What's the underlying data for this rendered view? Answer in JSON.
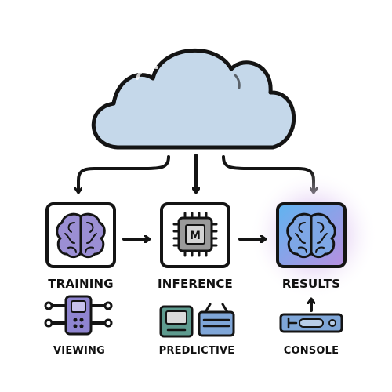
{
  "nodes": {
    "training": {
      "label": "TRAINING"
    },
    "inference": {
      "label": "INFERENCE",
      "chip_letter": "M"
    },
    "results": {
      "label": "RESULTS"
    }
  },
  "devices": {
    "viewing": {
      "label": "VIEWING"
    },
    "predlictive": {
      "label": "PREDLICTIVE"
    },
    "console": {
      "label": "CONSOLE"
    }
  },
  "colors": {
    "outline": "#141414",
    "cloud_fill": "#c5d8ea",
    "brain_fill": "#9b8fd4",
    "device_purple": "#8f85d0",
    "device_blue": "#7fa6d8",
    "device_teal": "#5e9b8f",
    "glow_blue": "#6fb6ef",
    "glow_purple": "#c79be0"
  },
  "icons": {
    "cloud": "cloud-icon",
    "brain": "brain-icon",
    "chip": "cpu-chip-icon",
    "device": "handheld-device-icon",
    "monitor": "monitor-icon",
    "radio": "radio-icon",
    "console": "console-bar-icon"
  }
}
